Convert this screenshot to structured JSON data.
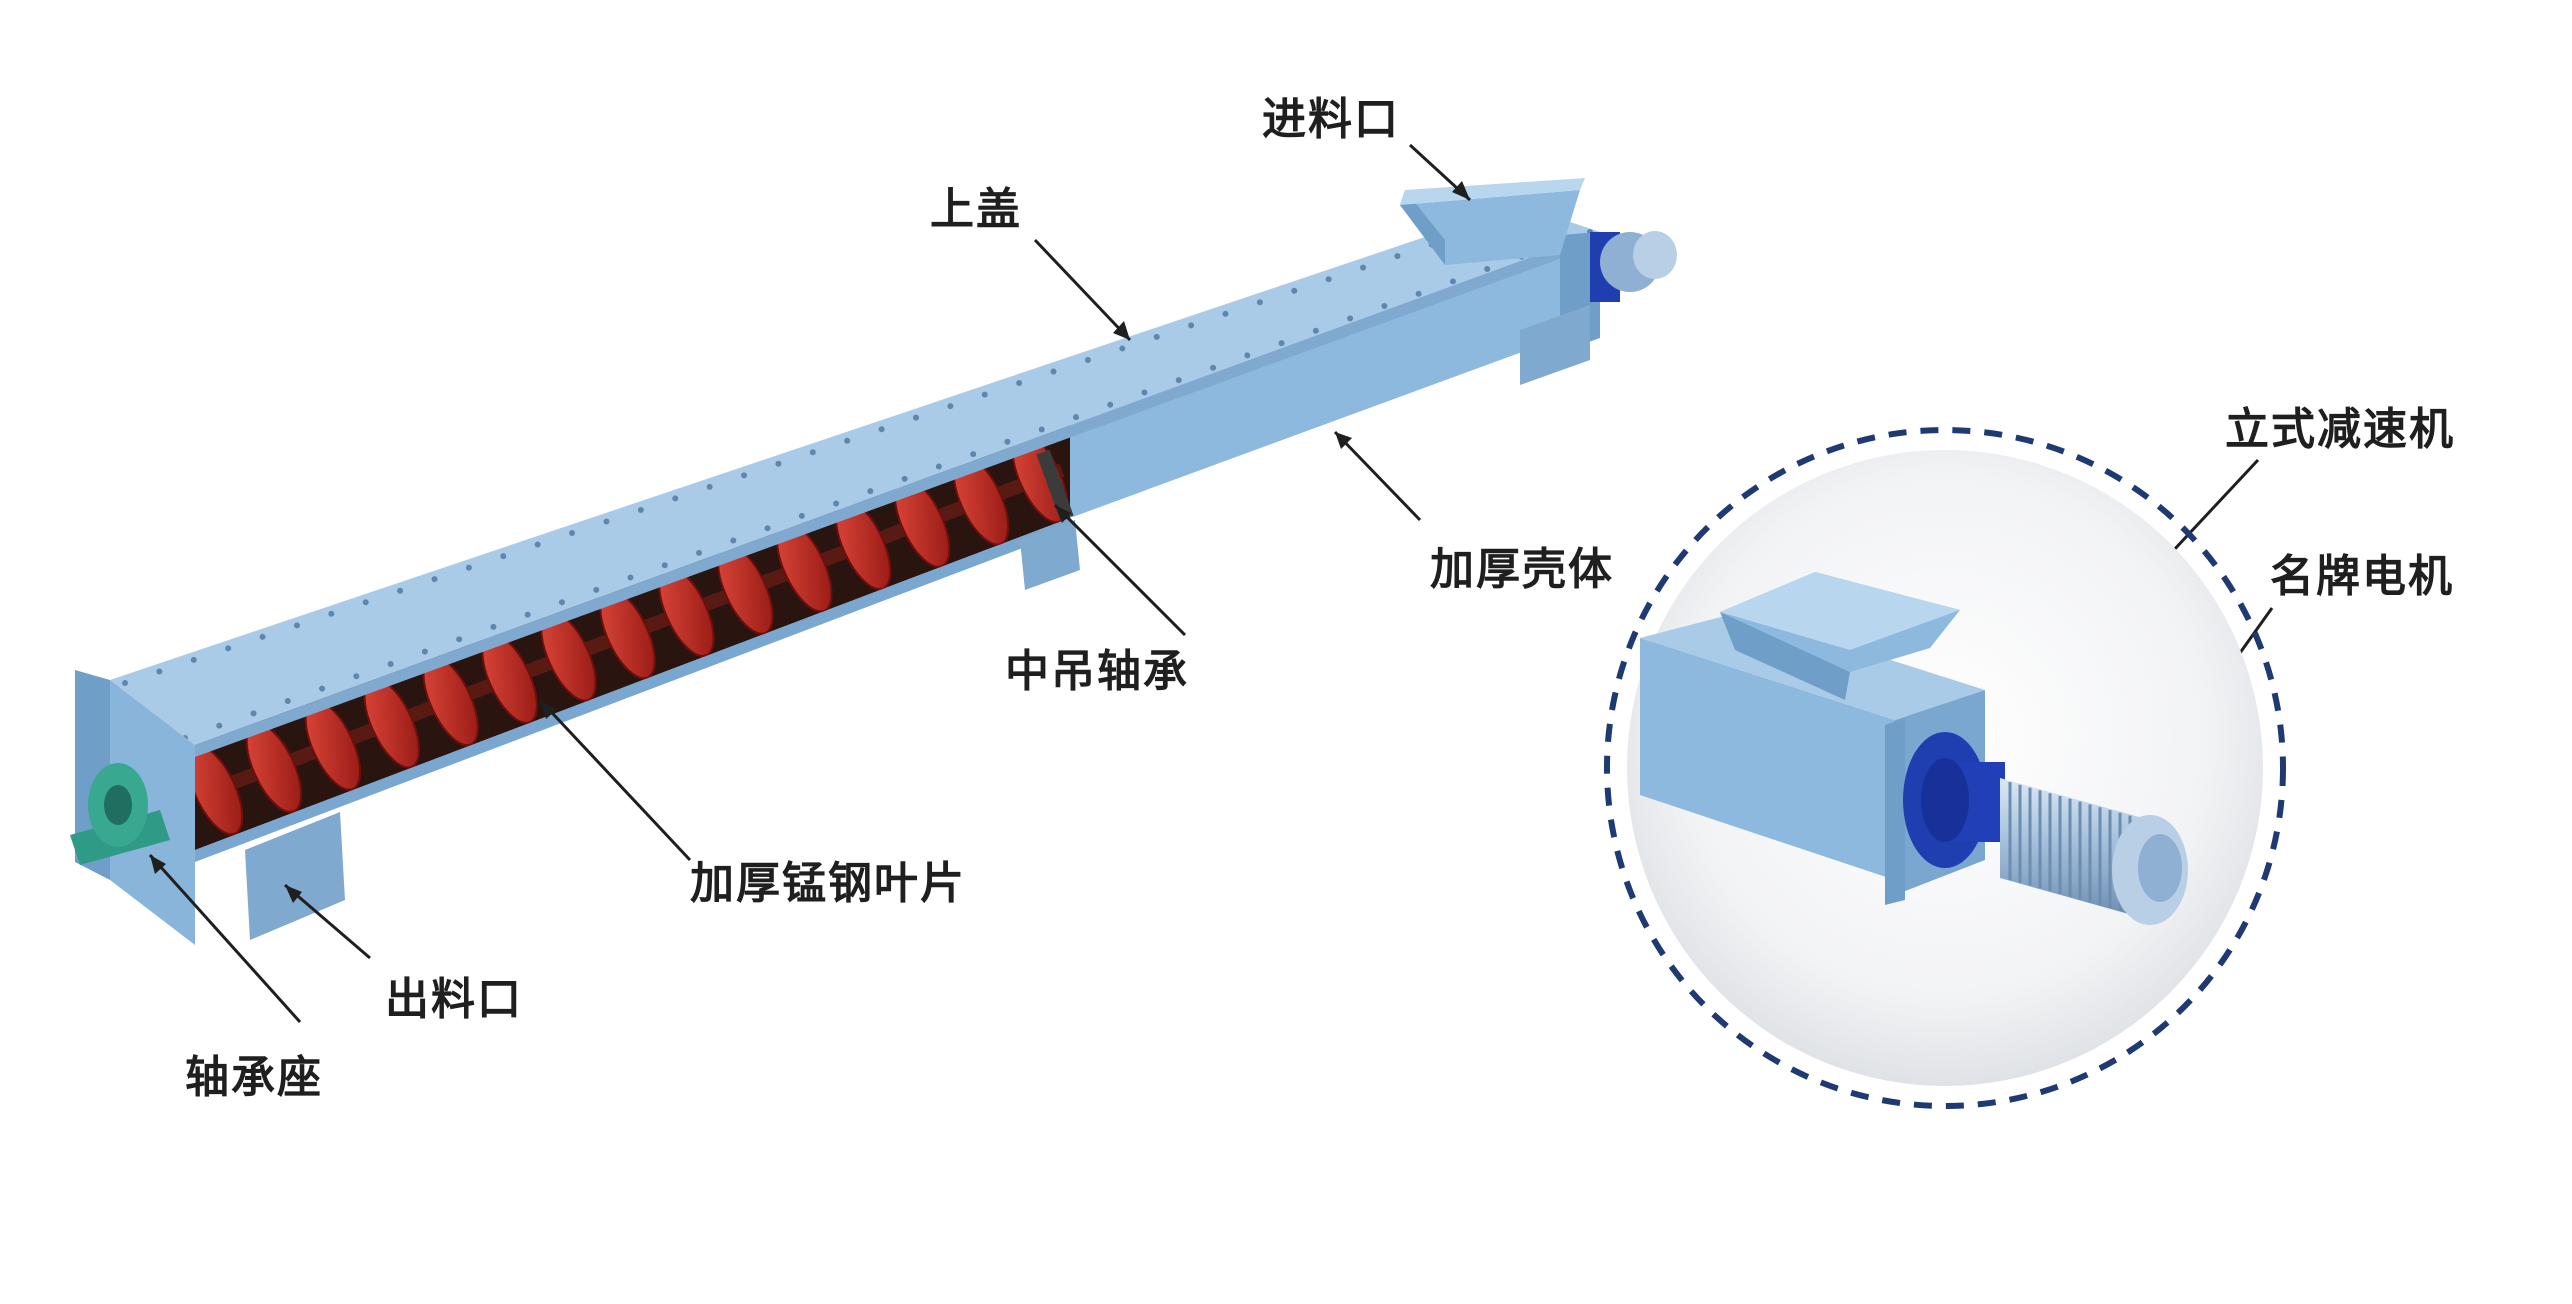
{
  "labels": {
    "inlet": "进料口",
    "top_cover": "上盖",
    "thick_shell": "加厚壳体",
    "middle_hanger_bearing": "中吊轴承",
    "thick_manganese_blades": "加厚锰钢叶片",
    "outlet": "出料口",
    "bearing_seat": "轴承座",
    "vertical_reducer": "立式减速机",
    "brand_motor": "名牌电机"
  },
  "colors": {
    "casing_light": "#a9cbe8",
    "casing_mid": "#8db9de",
    "casing_dark": "#6f9fc8",
    "blade_red": "#c8231f",
    "interior_dark": "#2a1410",
    "reducer_blue": "#1f3fb0",
    "motor_body": "#b8cfe6",
    "bearing_green": "#2f9a86",
    "dashed_circle": "#1f3a72"
  }
}
